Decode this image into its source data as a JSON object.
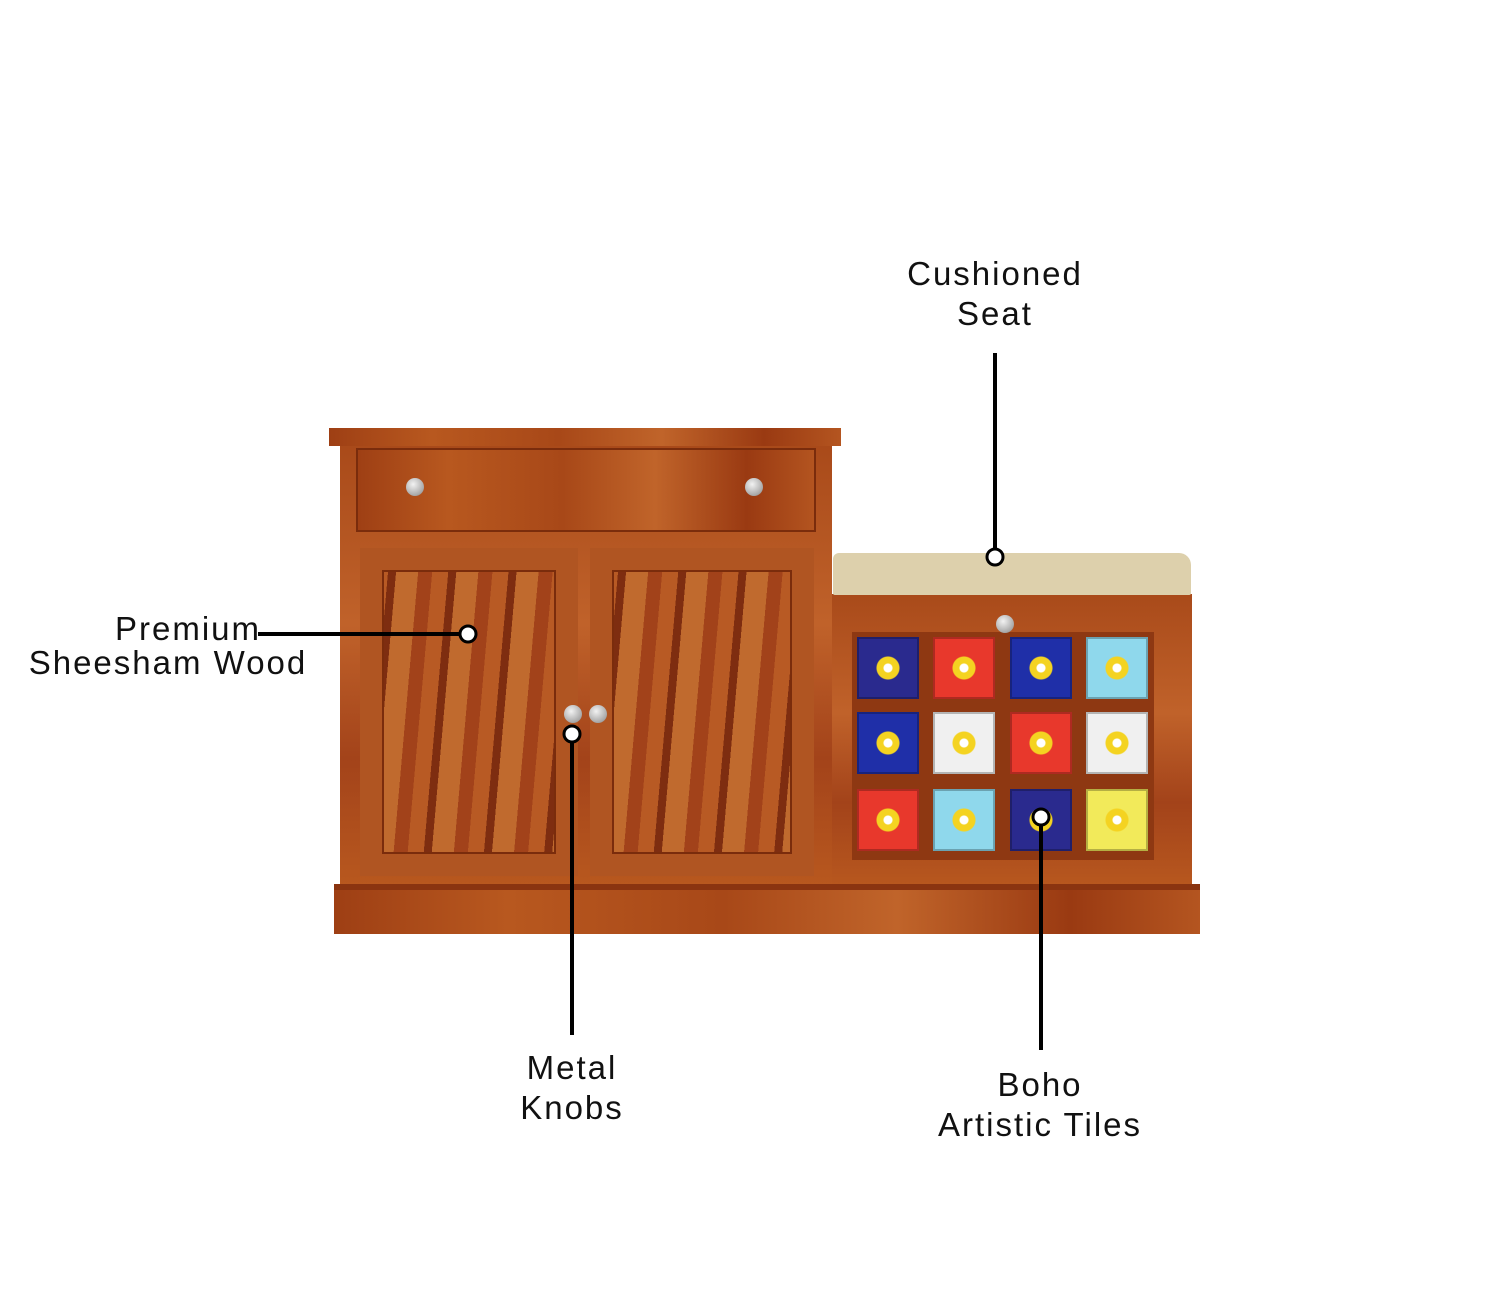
{
  "labels": {
    "cushioned_seat": [
      "Cushioned",
      "Seat"
    ],
    "premium_wood": [
      "Premium",
      "Sheesham Wood"
    ],
    "metal_knobs": [
      "Metal",
      "Knobs"
    ],
    "boho_tiles": [
      "Boho",
      "Artistic Tiles"
    ]
  },
  "colors": {
    "wood": "#b0501c",
    "cushion": "#ddd0ac",
    "line": "#000000"
  },
  "tiles": [
    "#2a2a8e",
    "#e8382c",
    "#1f2fa8",
    "#8fd8ec",
    "#1f2fa8",
    "#f0f0f0",
    "#e8382c",
    "#f0f0f0",
    "#e8382c",
    "#8fd8ec",
    "#2a2a8e",
    "#f2ea5a"
  ]
}
